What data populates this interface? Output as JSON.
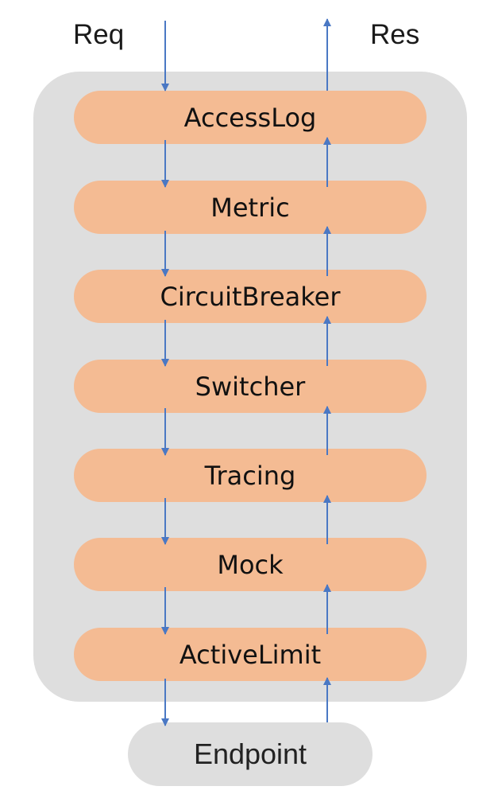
{
  "labels": {
    "request": "Req",
    "response": "Res"
  },
  "middlewares": [
    "AccessLog",
    "Metric",
    "CircuitBreaker",
    "Switcher",
    "Tracing",
    "Mock",
    "ActiveLimit"
  ],
  "endpoint": "Endpoint",
  "colors": {
    "middleware_fill": "#f4bb93",
    "container_fill": "#dedede",
    "arrow": "#4a78c4"
  }
}
